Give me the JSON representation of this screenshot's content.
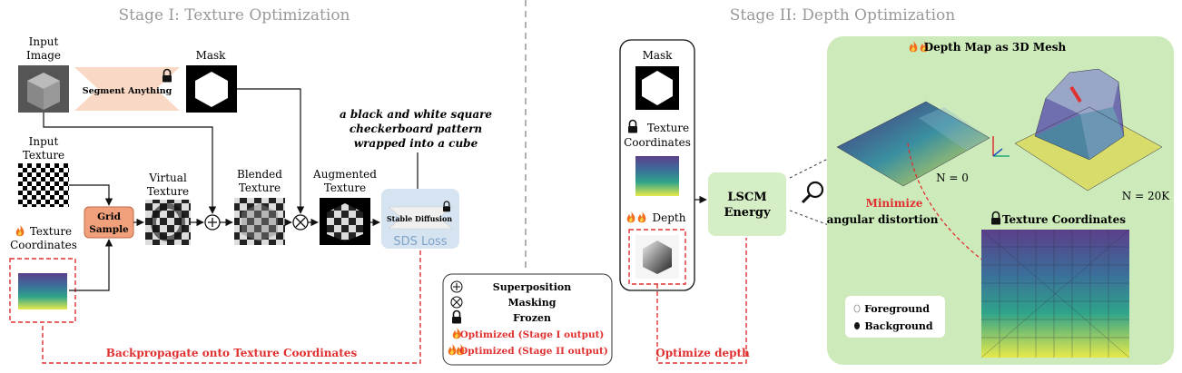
{
  "stage1": {
    "title": "Stage I: Texture Optimization",
    "input_image": [
      "Input",
      "Image"
    ],
    "segment": "Segment Anything",
    "mask": "Mask",
    "input_texture": [
      "Input",
      "Texture"
    ],
    "texture_coords": [
      "Texture",
      "Coordinates"
    ],
    "grid_sample": [
      "Grid",
      "Sample"
    ],
    "virtual_texture": [
      "Virtual",
      "Texture"
    ],
    "blended_texture": [
      "Blended",
      "Texture"
    ],
    "augmented_texture": [
      "Augmented",
      "Texture"
    ],
    "prompt": [
      "a black and white square",
      "checkerboard pattern",
      "wrapped into a cube"
    ],
    "stable_diffusion": "Stable Diffusion",
    "sds_loss": "SDS Loss",
    "backprop": "Backpropagate onto Texture Coordinates"
  },
  "legend": {
    "superposition": "Superposition",
    "masking": "Masking",
    "frozen": "Frozen",
    "optimized1": "Optimized (Stage I output)",
    "optimized2": "Optimized (Stage II output)"
  },
  "stage2": {
    "title": "Stage II: Depth Optimization",
    "mask": "Mask",
    "texture_coords": [
      "Texture",
      "Coordinates"
    ],
    "depth": "Depth",
    "lscm": [
      "LSCM",
      "Energy"
    ],
    "optimize_depth": "Optimize depth",
    "depth_map_title": "Depth Map as 3D Mesh",
    "n0": "N = 0",
    "n20k": "N = 20K",
    "minimize": "Minimize",
    "angular": "angular distortion",
    "tc_title": "Texture Coordinates",
    "foreground": "Foreground",
    "background": "Background"
  },
  "colors": {
    "red": "#e03030",
    "grid_sample": "#f0a07a",
    "sds_box": "#d6e4f2",
    "green_panel": "#cdeabb",
    "lscm_box": "#d6eec6",
    "segment": "#f9d9c6"
  },
  "icons": [
    "lock-icon",
    "fire-icon",
    "magnifier-icon",
    "plus-circle-icon",
    "times-circle-icon"
  ]
}
